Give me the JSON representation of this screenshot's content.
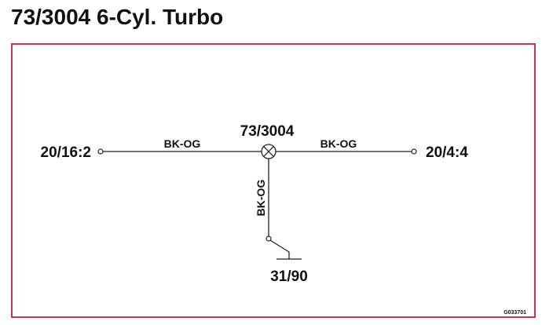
{
  "page": {
    "title": "73/3004 6-Cyl. Turbo",
    "frame_color": "#c8334d",
    "code": "G033701"
  },
  "diagram": {
    "component": {
      "id": "73/3004",
      "icon": "connector-cross-circle-icon"
    },
    "terminals": {
      "left": "20/16:2",
      "right": "20/4:4",
      "ground": "31/90"
    },
    "wires": {
      "left": "BK-OG",
      "right": "BK-OG",
      "down": "BK-OG"
    }
  }
}
